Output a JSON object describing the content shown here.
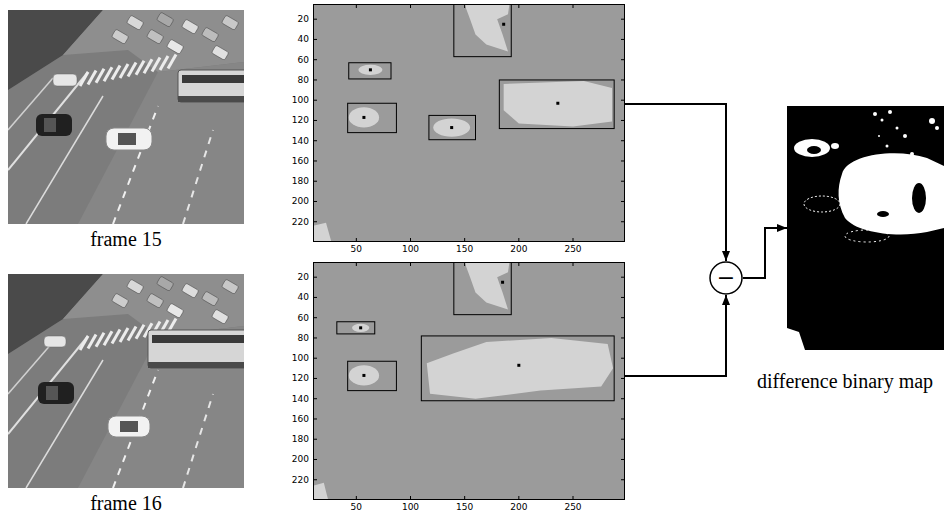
{
  "diagram": {
    "nodes": [
      {
        "text": [
          "frame 15"
        ]
      },
      {
        "text": [
          "20",
          "40",
          "60",
          "80",
          "100",
          "120",
          "140",
          "160",
          "180",
          "200",
          "220",
          "50",
          "100",
          "150",
          "200",
          "250"
        ]
      },
      {
        "text": [
          "frame 16"
        ]
      },
      {
        "text": [
          "20",
          "40",
          "60",
          "80",
          "100",
          "120",
          "140",
          "160",
          "180",
          "200",
          "220",
          "50",
          "100",
          "150",
          "200",
          "250"
        ]
      },
      {
        "text": [
          "−"
        ]
      },
      {
        "text": [
          "difference binary map"
        ]
      }
    ],
    "edges": [
      {
        "from": 1,
        "to": 4,
        "arrow": "to"
      },
      {
        "from": 3,
        "to": 4,
        "arrow": "to"
      },
      {
        "from": 4,
        "to": 5,
        "arrow": "to"
      }
    ]
  }
}
